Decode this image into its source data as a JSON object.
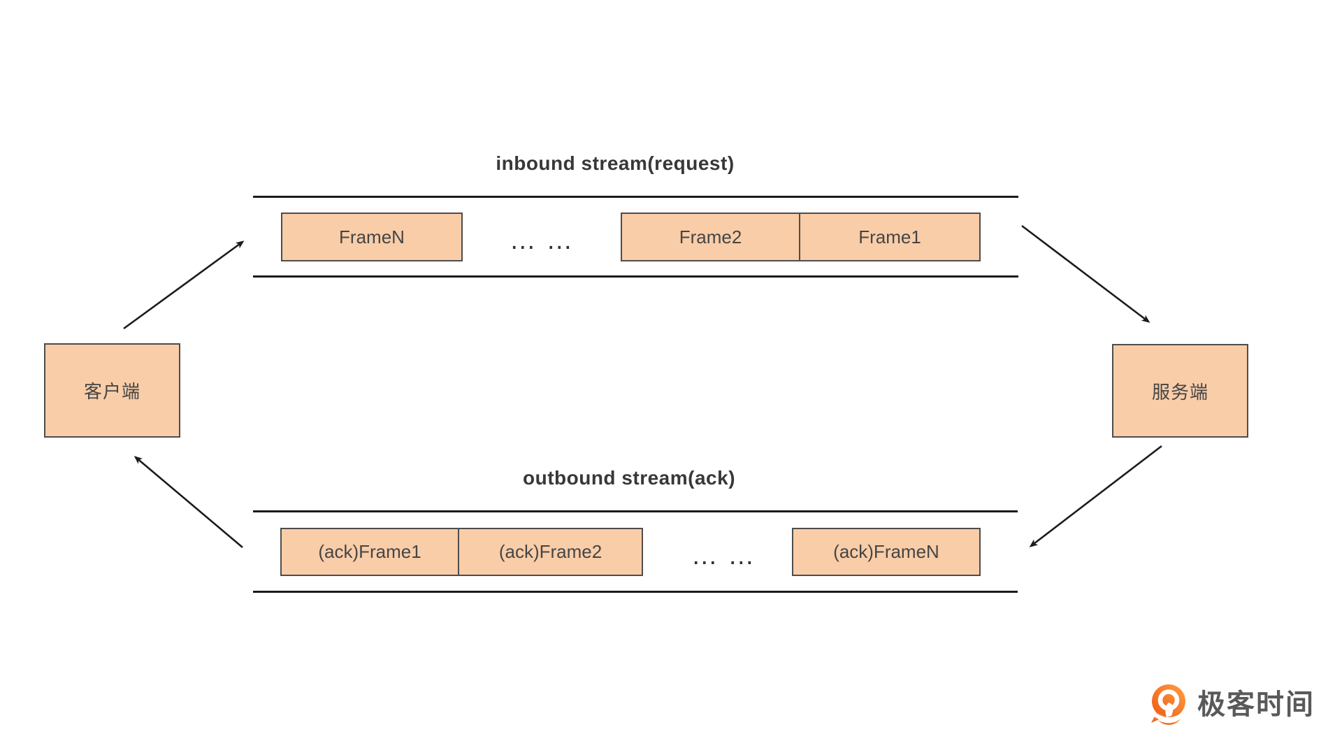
{
  "colors": {
    "box_fill": "#F9CDA8",
    "box_border": "#4D4D4D",
    "line": "#1B1B1B",
    "text": "#454545",
    "title_text": "#383838",
    "logo_orange_dark": "#ED5A13",
    "logo_orange_light": "#FF9F45",
    "logo_text": "#595959"
  },
  "inbound_stream": {
    "title": "inbound stream(request)",
    "frames": [
      {
        "label": "FrameN"
      },
      {
        "label": "Frame2"
      },
      {
        "label": "Frame1"
      }
    ],
    "ellipsis": "… …"
  },
  "outbound_stream": {
    "title": "outbound stream(ack)",
    "frames": [
      {
        "label": "(ack)Frame1"
      },
      {
        "label": "(ack)Frame2"
      },
      {
        "label": "(ack)FrameN"
      }
    ],
    "ellipsis": "… …"
  },
  "nodes": {
    "client": "客户端",
    "server": "服务端"
  },
  "logo": {
    "brand": "极客时间",
    "icon": "geektime-logo-icon"
  }
}
